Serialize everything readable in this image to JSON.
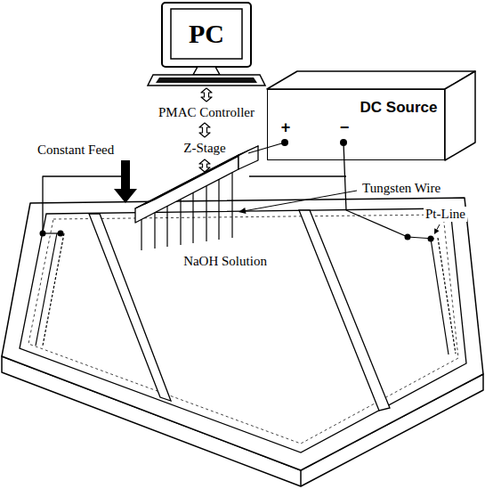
{
  "diagram": {
    "nodes": [
      {
        "text": [
          "PC"
        ]
      },
      {
        "text": [
          "PMAC Controller"
        ]
      },
      {
        "text": [
          "Z-Stage"
        ]
      },
      {
        "text": [
          "DC Source",
          "+",
          "−"
        ]
      }
    ],
    "edges": [
      {
        "from": 0,
        "to": 1,
        "arrow": "both"
      },
      {
        "from": 1,
        "to": 2,
        "arrow": "both"
      }
    ],
    "labels": [
      "Constant Feed",
      "Tungsten Wire",
      "Pt-Line",
      "NaOH Solution"
    ]
  }
}
